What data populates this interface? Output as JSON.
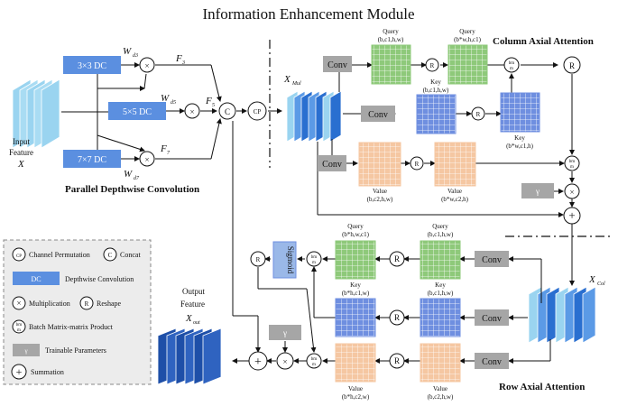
{
  "title": "Information Enhancement Module",
  "input": {
    "l1": "Input",
    "l2": "Feature",
    "l3": "X"
  },
  "pdc": {
    "heading": "Parallel Depthwise Convolution",
    "dc3": "3×3 DC",
    "dc5": "5×5 DC",
    "dc7": "7×7 DC",
    "w": "W",
    "d3": "d3",
    "d5": "d5",
    "d7": "d7",
    "f": "F",
    "s3": "3",
    "s5": "5",
    "s7": "7"
  },
  "ops": {
    "concat": "C",
    "perm": "CP",
    "reshape": "R",
    "mult": "×",
    "sum": "+",
    "bmm_top": "bm",
    "bmm_bot": "m",
    "gamma": "γ"
  },
  "xmul": {
    "x": "X",
    "sub": "Mul"
  },
  "xcol": {
    "x": "X",
    "sub": "Col"
  },
  "conv": "Conv",
  "column": {
    "heading": "Column Axial Attention",
    "query1": {
      "l1": "Query",
      "l2": "(b,c1,h,w)"
    },
    "query2": {
      "l1": "Query",
      "l2": "(b*w,h,c1)"
    },
    "key1": {
      "l1": "Key",
      "l2": "(b,c1,h,w)"
    },
    "key2": {
      "l1": "Key",
      "l2": "(b*w,c1,h)"
    },
    "value1": {
      "l1": "Value",
      "l2": "(b,c2,h,w)"
    },
    "value2": {
      "l1": "Value",
      "l2": "(b*w,c2,h)"
    }
  },
  "row": {
    "heading": "Row Axial Attention",
    "query1": {
      "l1": "Query",
      "l2": "(b,c1,h,w)"
    },
    "query2": {
      "l1": "Query",
      "l2": "(b*h,w,c1)"
    },
    "key1": {
      "l1": "Key",
      "l2": "(b,c1,h,w)"
    },
    "key2": {
      "l1": "Key",
      "l2": "(b*h,c1,w)"
    },
    "value1": {
      "l1": "Value",
      "l2": "(b,c2,h,w)"
    },
    "value2": {
      "l1": "Value",
      "l2": "(b*h,c2,w)"
    },
    "sigmoid": "Sigmoid"
  },
  "output": {
    "l1": "Output",
    "l2": "Feature",
    "x": "X",
    "sub": "out"
  },
  "legend": {
    "cp": "Channel Permutation",
    "concat": "Concat",
    "dc_box": "DC",
    "dc": "Depthwise Convolution",
    "mult": "Multiplication",
    "reshape": "Reshape",
    "bmm": "Batch Matrix-matrix Product",
    "param": "Trainable Parameters",
    "sum": "Summation"
  },
  "colors": {
    "dc_blue": "#5b8fe0",
    "query_green": "#8ec97a",
    "key_blue": "#6f8fe0",
    "value_orange": "#f5c7a2",
    "conv_gray": "#a6a6a6",
    "stack_light": "#9ad4f0",
    "stack_dark": "#1e4fa8"
  }
}
